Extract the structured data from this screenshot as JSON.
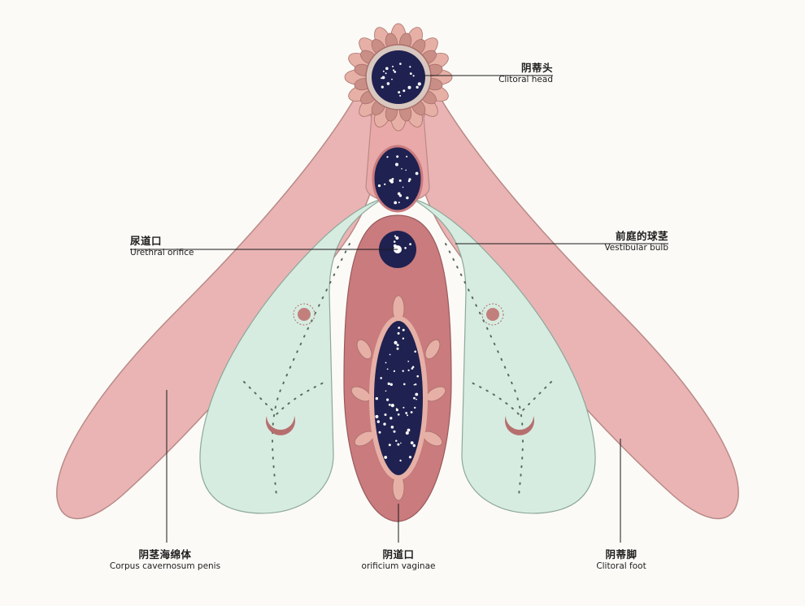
{
  "labels": {
    "clitoral_head": {
      "zh": "阴蒂头",
      "en": "Clitoral head"
    },
    "urethral_orifice": {
      "zh": "尿道口",
      "en": "Urethral orifice"
    },
    "vestibular_bulb": {
      "zh": "前庭的球茎",
      "en": "Vestibular bulb"
    },
    "corpus_cavernosum": {
      "zh": "阴茎海绵体",
      "en": "Corpus cavernosum penis"
    },
    "orificium_vaginae": {
      "zh": "阴道口",
      "en": "orificium vaginae"
    },
    "clitoral_foot": {
      "zh": "阴蒂脚",
      "en": "Clitoral foot"
    }
  },
  "colors": {
    "crura_pink": "#eab4b4",
    "crura_stroke": "#b98a86",
    "bulb_green": "#d7ece1",
    "vagina_red": "#c97b7e",
    "night": "#1f2150",
    "petal": "#e6b0a6",
    "accent": "#a9706a"
  }
}
